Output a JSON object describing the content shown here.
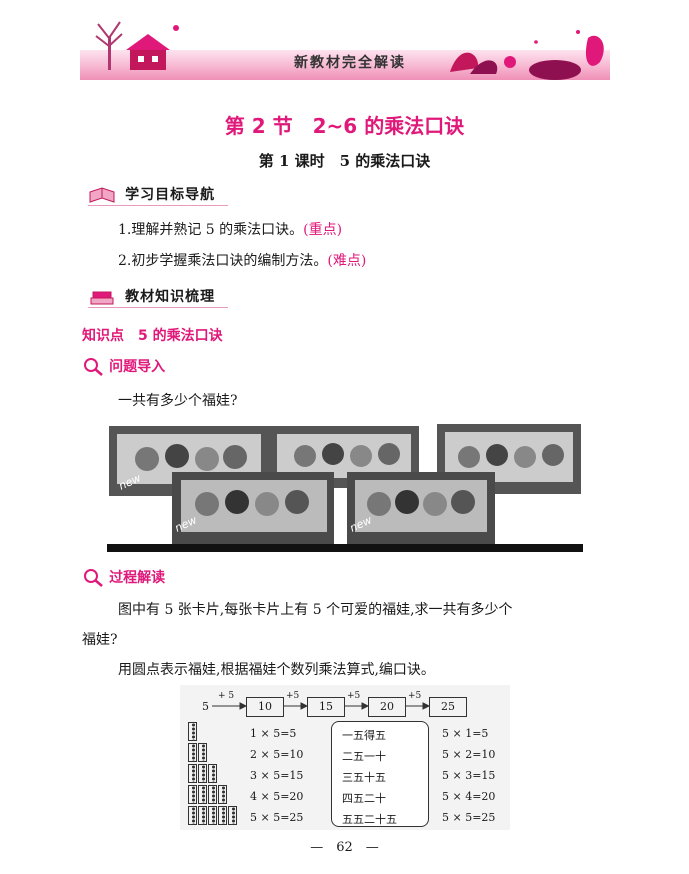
{
  "header": {
    "book_title": "新教材完全解读"
  },
  "section": {
    "title": "第 2 节　2~6 的乘法口诀",
    "lesson": "第 1 课时　5 的乘法口诀"
  },
  "goals": {
    "tag": "学习目标导航",
    "items": [
      {
        "text": "1.理解并熟记 5 的乘法口诀。",
        "note": "(重点)"
      },
      {
        "text": "2.初步学握乘法口诀的编制方法。",
        "note": "(难点)"
      }
    ]
  },
  "knowledge": {
    "tag": "教材知识梳理",
    "point": "知识点　5 的乘法口诀"
  },
  "intro": {
    "label": "问题导入",
    "question": "一共有多少个福娃?",
    "card_text": "new"
  },
  "process": {
    "label": "过程解读",
    "para1_line1": "图中有 5 张卡片,每张卡片上有 5 个可爱的福娃,求一共有多少个",
    "para1_line2": "福娃?",
    "para2": "用圆点表示福娃,根据福娃个数列乘法算式,编口诀。"
  },
  "diagram": {
    "start": "5",
    "steps": [
      "+ 5",
      "+5",
      "+5",
      "+5"
    ],
    "boxes": [
      "10",
      "15",
      "20",
      "25"
    ],
    "left_eqs": [
      "1 × 5=5",
      "2 × 5=10",
      "3 × 5=15",
      "4 × 5=20",
      "5 × 5=25"
    ],
    "rhymes": [
      "一五得五",
      "二五一十",
      "三五十五",
      "四五二十",
      "五五二十五"
    ],
    "right_eqs": [
      "5 × 1=5",
      "5 × 2=10",
      "5 × 3=15",
      "5 × 4=20",
      "5 × 5=25"
    ]
  },
  "page_number": "62"
}
